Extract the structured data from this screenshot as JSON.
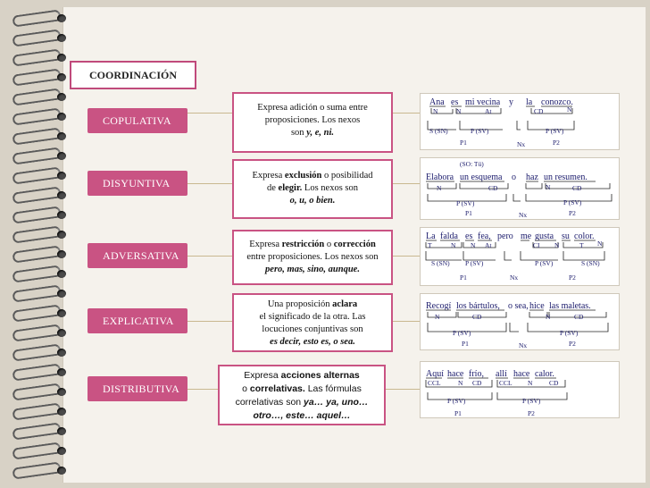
{
  "title": "COORDINACIÓN",
  "categories": [
    {
      "label": "COPULATIVA"
    },
    {
      "label": "DISYUNTIVA"
    },
    {
      "label": "ADVERSATIVA"
    },
    {
      "label": "EXPLICATIVA"
    },
    {
      "label": "DISTRIBUTIVA"
    }
  ],
  "descriptions": {
    "copulativa": {
      "l1": "Expresa adición o suma entre",
      "l2": "proposiciones. Los nexos",
      "l3a": "son ",
      "l3b": "y, e, ni."
    },
    "disyuntiva": {
      "l1a": "Expresa ",
      "l1b": "exclusión",
      "l1c": " o posibilidad",
      "l2a": "de ",
      "l2b": "elegir.",
      "l2c": " Los nexos son",
      "l3": "o, u, o bien."
    },
    "adversativa": {
      "l1a": "Expresa ",
      "l1b": "restricción",
      "l1c": " o ",
      "l1d": "corrección",
      "l2": "entre proposiciones. Los nexos son",
      "l3": "pero, mas, sino, aunque."
    },
    "explicativa": {
      "l1a": "Una proposición ",
      "l1b": "aclara",
      "l2": "el significado de la otra. Las",
      "l3": "locuciones conjuntivas son",
      "l4": "es decir, esto es, o sea."
    },
    "distributiva": {
      "l1a": "Expresa ",
      "l1b": "acciones alternas",
      "l2a": "o ",
      "l2b": "correlativas.",
      "l2c": " Las fórmulas",
      "l3a": "correlativas son ",
      "l3b": "ya… ya, uno…",
      "l4": "otro…, este… aquel…"
    }
  },
  "examples": {
    "copulativa": {
      "words": [
        "Ana",
        "es",
        "mi vecina",
        "y",
        "la",
        "conozco."
      ],
      "tags": [
        "N",
        "N",
        "At",
        "CD",
        "N"
      ],
      "funcs": [
        "S (SN)",
        "P (SV)",
        "P (SV)"
      ],
      "props": [
        "P1",
        "Nx",
        "P2"
      ]
    },
    "disyuntiva": {
      "implicit": "(SO: Tú)",
      "words": [
        "Elabora",
        "un esquema",
        "o",
        "haz",
        "un resumen."
      ],
      "tags": [
        "N",
        "CD",
        "N",
        "CD"
      ],
      "funcs": [
        "P (SV)",
        "P (SV)"
      ],
      "props": [
        "P1",
        "Nx",
        "P2"
      ]
    },
    "adversativa": {
      "words": [
        "La",
        "falda",
        "es",
        "fea,",
        "pero",
        "me",
        "gusta",
        "su",
        "color."
      ],
      "tags": [
        "T",
        "N",
        "N",
        "At",
        "CI",
        "N",
        "T",
        "N"
      ],
      "funcs": [
        "S (SN)",
        "P (SV)",
        "P (SV)",
        "S (SN)"
      ],
      "props": [
        "P1",
        "Nx",
        "P2"
      ]
    },
    "explicativa": {
      "words": [
        "Recogí",
        "los bártulos,",
        "o sea,",
        "hice",
        "las maletas."
      ],
      "tags": [
        "N",
        "CD",
        "N",
        "CD"
      ],
      "funcs": [
        "P (SV)",
        "P (SV)"
      ],
      "props": [
        "P1",
        "Nx",
        "P2"
      ]
    },
    "distributiva": {
      "words": [
        "Aquí",
        "hace",
        "frío,",
        "allí",
        "hace",
        "calor."
      ],
      "tags": [
        "CCL",
        "N",
        "CD",
        "CCL",
        "N",
        "CD"
      ],
      "funcs": [
        "P (SV)",
        "P (SV)"
      ],
      "props": [
        "P1",
        "P2"
      ]
    }
  }
}
